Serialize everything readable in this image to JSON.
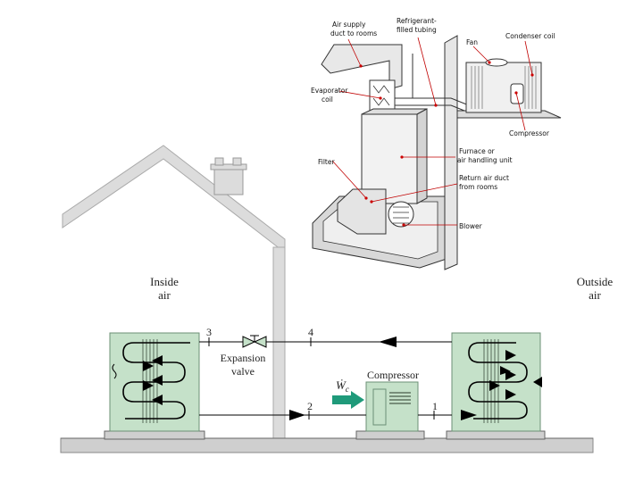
{
  "inset": {
    "labels": {
      "air_supply": [
        "Air supply",
        "duct to rooms"
      ],
      "refrigerant_piping": [
        "Refrigerant-",
        "filled tubing"
      ],
      "evaporator_coil": [
        "Evaporator",
        "coil"
      ],
      "filter": "Filter",
      "furnace": [
        "Furnace or",
        "air handling unit"
      ],
      "return_air": [
        "Return air duct",
        "from rooms"
      ],
      "blower": "Blower",
      "fan": "Fan",
      "condenser_coil": "Condenser coil",
      "compressor": "Compressor"
    }
  },
  "cycle": {
    "inside_air": [
      "Inside",
      "air"
    ],
    "outside_air": [
      "Outside",
      "air"
    ],
    "expansion_valve": [
      "Expansion",
      "valve"
    ],
    "compressor": "Compressor",
    "work_symbol": "Ẇ",
    "work_subscript": "c",
    "state_points": [
      "1",
      "2",
      "3",
      "4"
    ]
  },
  "colors": {
    "coil_fill": "#c5e1c9",
    "coil_stroke": "#6c9076",
    "ground": "#cfcfcf",
    "house_wall": "#dcdcdc",
    "work_arrow": "#1f9a7a",
    "pointer_dot": "#cc0000"
  }
}
